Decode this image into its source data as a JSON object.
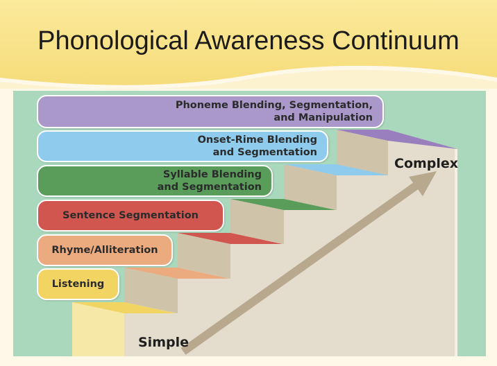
{
  "slide": {
    "title": "Phonological Awareness Continuum"
  },
  "continuum": {
    "levels": [
      {
        "id": "listening",
        "lines": [
          "Listening"
        ],
        "color": "#f1d462"
      },
      {
        "id": "rhyme",
        "lines": [
          "Rhyme/Alliteration"
        ],
        "color": "#ecab7e"
      },
      {
        "id": "sentence",
        "lines": [
          "Sentence Segmentation"
        ],
        "color": "#d0564f"
      },
      {
        "id": "syllable",
        "lines": [
          "Syllable Blending",
          "and Segmentation"
        ],
        "color": "#5a9d5b"
      },
      {
        "id": "onset",
        "lines": [
          "Onset-Rime Blending",
          "and Segmentation"
        ],
        "color": "#8ecbec"
      },
      {
        "id": "phoneme",
        "lines": [
          "Phoneme Blending, Segmentation,",
          "and Manipulation"
        ],
        "color": "#ab98cb"
      }
    ],
    "simple_label": "Simple",
    "complex_label": "Complex"
  }
}
